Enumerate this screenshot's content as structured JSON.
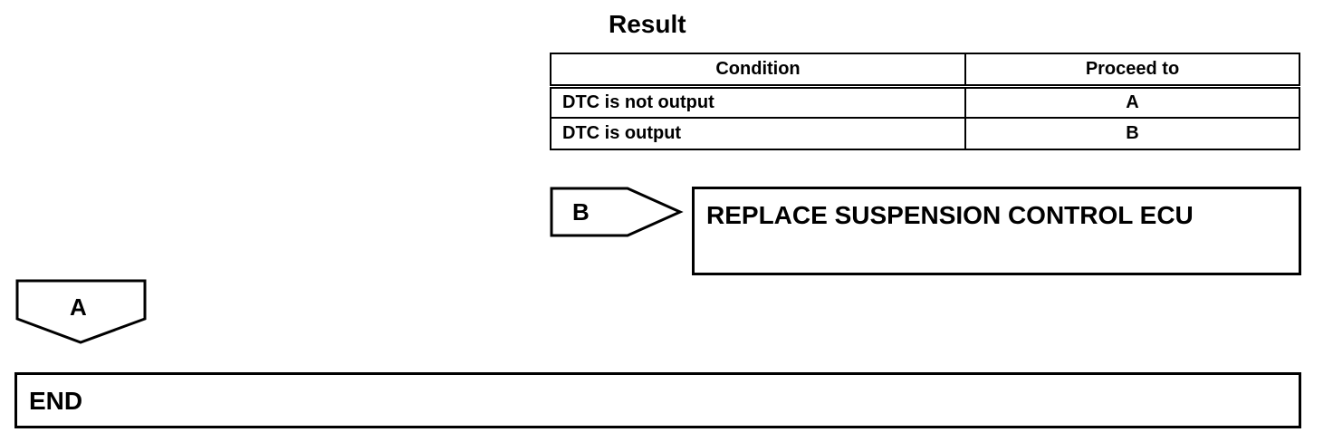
{
  "result": {
    "title": "Result",
    "headers": {
      "condition": "Condition",
      "proceed_to": "Proceed to"
    },
    "rows": [
      {
        "condition": "DTC is not output",
        "proceed_to": "A"
      },
      {
        "condition": "DTC is output",
        "proceed_to": "B"
      }
    ]
  },
  "branch_b": {
    "label": "B",
    "action": "REPLACE SUSPENSION CONTROL ECU"
  },
  "branch_a": {
    "label": "A",
    "action": "END"
  }
}
